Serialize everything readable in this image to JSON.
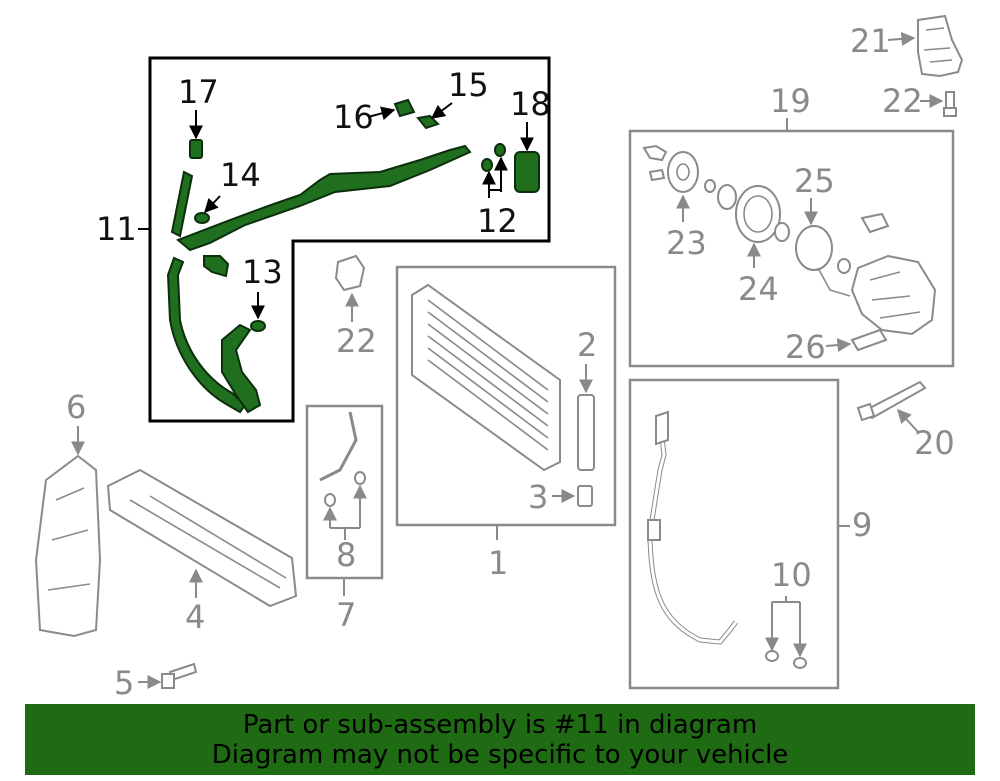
{
  "callouts": {
    "c1": "1",
    "c2": "2",
    "c3": "3",
    "c4": "4",
    "c5": "5",
    "c6": "6",
    "c7": "7",
    "c8": "8",
    "c9": "9",
    "c10": "10",
    "c11": "11",
    "c12": "12",
    "c13": "13",
    "c14": "14",
    "c15": "15",
    "c16": "16",
    "c17": "17",
    "c18": "18",
    "c19": "19",
    "c20": "20",
    "c21": "21",
    "c22a": "22",
    "c22b": "22",
    "c23": "23",
    "c24": "24",
    "c25": "25",
    "c26": "26"
  },
  "highlight": {
    "part_number": "11",
    "color": "#1f6f1f"
  },
  "banner": {
    "line1": "Part or sub-assembly is #11 in diagram",
    "line2": "Diagram may not be specific to your vehicle",
    "background": "#1e6b14"
  }
}
